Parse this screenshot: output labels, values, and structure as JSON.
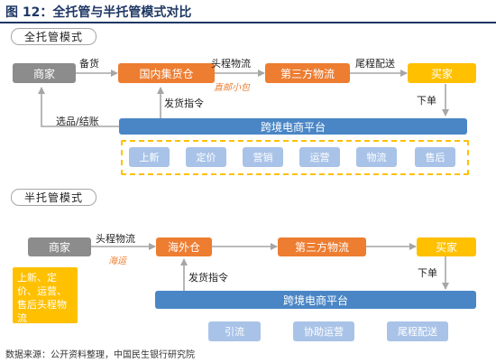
{
  "figure_title": "图 12：全托管与半托管模式对比",
  "full": {
    "section_label": "全托管模式",
    "merchant": "商家",
    "warehouse": "国内集货仓",
    "third_party": "第三方物流",
    "buyer": "买家",
    "platform": "跨境电商平台",
    "edge_stock": "备货",
    "edge_first_leg": "头程物流",
    "edge_last_mile": "尾程配送",
    "edge_order": "下单",
    "edge_ship_cmd": "发货指令",
    "edge_select": "选品/结账",
    "note_parcel": "直邮小包",
    "services": [
      "上新",
      "定价",
      "营销",
      "运营",
      "物流",
      "售后"
    ]
  },
  "half": {
    "section_label": "半托管模式",
    "merchant": "商家",
    "overseas_wh": "海外仓",
    "third_party": "第三方物流",
    "buyer": "买家",
    "platform": "跨境电商平台",
    "edge_first_leg": "头程物流",
    "note_sea": "海运",
    "edge_ship_cmd": "发货指令",
    "edge_order": "下单",
    "merchant_scope": "上新、定价、运营、售后头程物流",
    "services": [
      "引流",
      "协助运营",
      "尾程配送"
    ]
  },
  "source": "数据来源：公开资料整理，中国民生银行研究院",
  "colors": {
    "gray": "#8c8c8c",
    "orange": "#ed7d31",
    "yellow": "#ffc000",
    "blue": "#4a86c5",
    "light_blue": "#a9c3e8"
  }
}
